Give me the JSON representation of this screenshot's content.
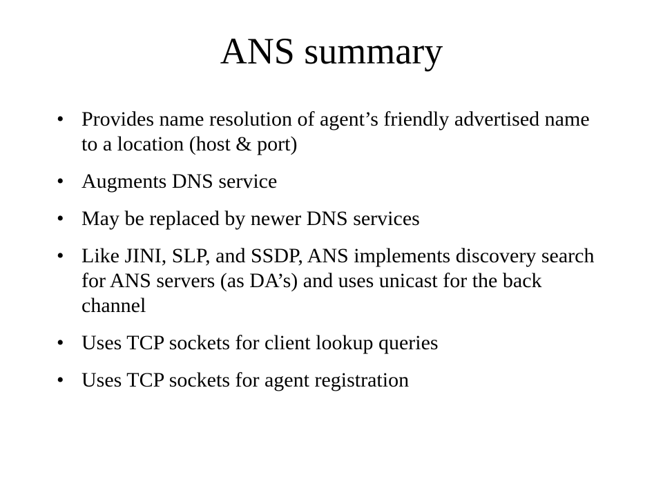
{
  "slide": {
    "title": "ANS summary",
    "bullets": [
      "Provides name resolution of agent’s friendly advertised name to a location (host & port)",
      "Augments DNS service",
      "May be replaced by newer DNS services",
      "Like JINI, SLP, and SSDP, ANS implements discovery search for ANS servers (as DA’s) and uses unicast for the back channel",
      "Uses TCP sockets for client lookup queries",
      "Uses TCP sockets for agent registration"
    ],
    "bullet_symbol": "•"
  }
}
